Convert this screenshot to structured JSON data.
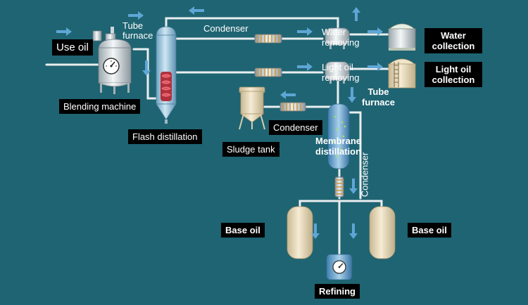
{
  "colors": {
    "background": "#1f6472",
    "pipe": "#e9eef0",
    "arrow": "#5ea6d6",
    "label_bg": "#000000",
    "label_text": "#ffffff",
    "tank_beige": "#e8dcc0",
    "column_blue": "#9cc8e0",
    "coil_red": "#d8424e"
  },
  "labels": {
    "use_oil": "Use oil",
    "blending_machine": "Blending machine",
    "tube_furnace_top": "Tube\nfurnace",
    "flash_distillation": "Flash distillation",
    "condenser_top": "Condenser",
    "water_removing": "Water\nremoving",
    "water_collection": "Water\ncollection",
    "light_oil_removing": "Light oil\nremoving",
    "light_oil_collection": "Light oil\ncollection",
    "tube_furnace_right": "Tube\nfurnace",
    "condenser_mid": "Condenser",
    "sludge_tank": "Sludge tank",
    "membrane_distillation": "Membrane\ndistillation",
    "condenser_vertical": "Condenser",
    "base_oil_left": "Base oil",
    "base_oil_right": "Base oil",
    "refining": "Refining"
  },
  "icons": [
    "pressure-gauge-icon",
    "flow-arrow-icon",
    "heating-coil-icon",
    "ladder-icon"
  ]
}
